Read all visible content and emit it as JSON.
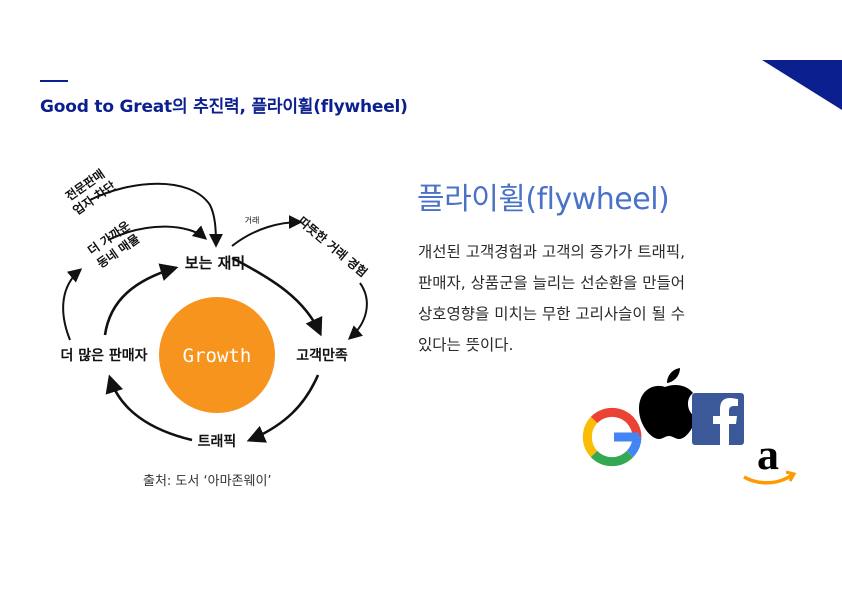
{
  "slide": {
    "title": "Good to Great의 추진력, 플라이휠(flywheel)",
    "heading": "플라이휠(flywheel)",
    "body_lines": [
      "개선된 고객경험과 고객의 증가가 트래픽,",
      "판매자, 상품군을 늘리는 선순환을 만들어",
      "상호영향을 미치는 무한 고리사슬이 될 수",
      "있다는 뜻이다."
    ],
    "source": "출처: 도서 ‘아마존웨이’"
  },
  "diagram": {
    "center": "Growth",
    "nodes": {
      "top": "보는 재미",
      "right": "고객만족",
      "bottom": "트래픽",
      "left": "더 많은 판매자"
    },
    "outer_labels": {
      "expert_line1": "전문판매",
      "expert_line2": "업자 차단",
      "closer_line1": "더 가까운",
      "closer_line2": "동네 매물",
      "trade_small": "거래",
      "warm_trade": "따뜻한 거래 경험"
    }
  },
  "colors": {
    "brand_blue": "#0b1f8f",
    "heading_blue": "#4a72c8",
    "growth_orange": "#f7941d",
    "google_blue": "#4285F4",
    "google_red": "#EA4335",
    "google_yellow": "#FBBC05",
    "google_green": "#34A853",
    "facebook_blue": "#3b5998",
    "amazon_orange": "#FF9900"
  },
  "logos": [
    "google-logo",
    "apple-logo",
    "facebook-logo",
    "amazon-logo"
  ]
}
